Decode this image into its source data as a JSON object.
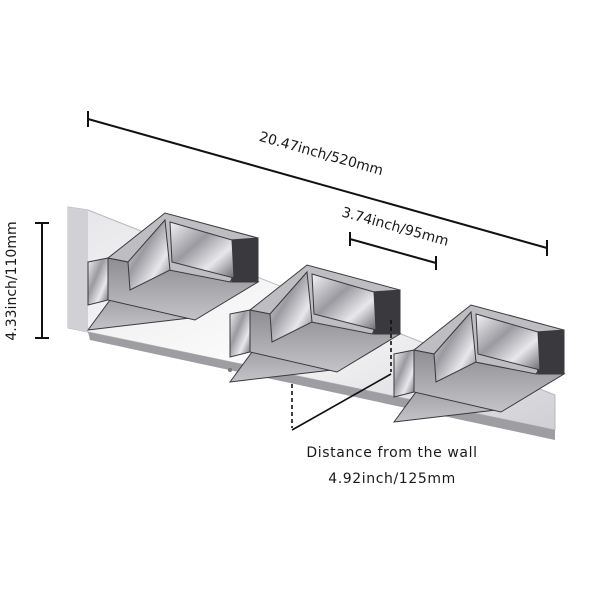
{
  "dimensions": {
    "length": "20.47inch/520mm",
    "shade_width": "3.74inch/95mm",
    "height": "4.33inch/110mm",
    "depth_label": "Distance from the wall",
    "depth": "4.92inch/125mm"
  },
  "colors": {
    "line": "#111111",
    "chrome_light": "#f0f0f2",
    "chrome_mid": "#bdbdc2",
    "chrome_dark": "#3a3a3e",
    "frosted": "#a9a9ad"
  }
}
